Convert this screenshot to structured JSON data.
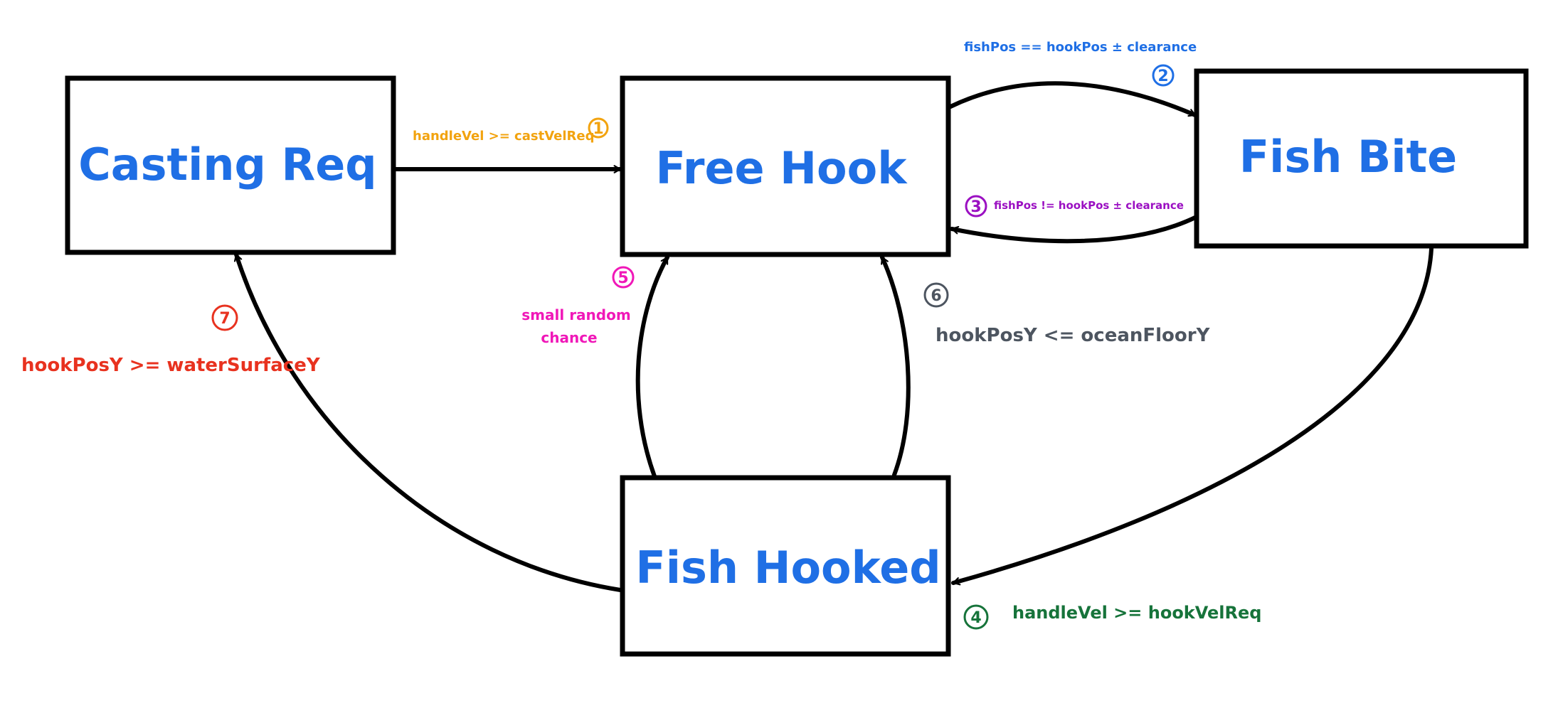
{
  "colors": {
    "stroke": "#000000",
    "title": "#1f6fe5",
    "orange": "#f2a30f",
    "blue": "#1f6fe5",
    "purple": "#9b10c2",
    "green": "#16733a",
    "pink": "#f018b8",
    "gray": "#4d5560",
    "red": "#e8321f"
  },
  "nodes": {
    "casting_req": "Casting Req",
    "free_hook": "Free Hook",
    "fish_bite": "Fish Bite",
    "fish_hooked": "Fish Hooked"
  },
  "transitions": [
    {
      "num": "1",
      "label": "handleVel >= castVelReq"
    },
    {
      "num": "2",
      "label": "fishPos == hookPos ± clearance"
    },
    {
      "num": "3",
      "label": "fishPos != hookPos ± clearance"
    },
    {
      "num": "4",
      "label": "handleVel >= hookVelReq"
    },
    {
      "num": "5",
      "label_line1": "small random",
      "label_line2": "chance"
    },
    {
      "num": "6",
      "label": "hookPosY <= oceanFloorY"
    },
    {
      "num": "7",
      "label": "hookPosY >= waterSurfaceY"
    }
  ]
}
